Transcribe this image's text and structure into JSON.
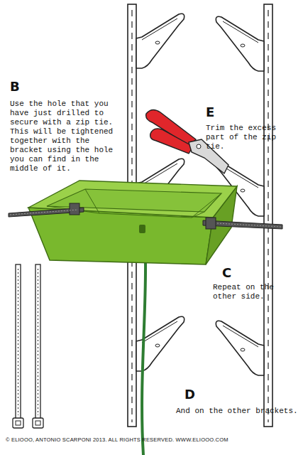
{
  "diagram": {
    "labels": [
      "B",
      "Use the hole that you have just drilled to secure with a zip tie. This will be tightened together with the bracket using the hole you can find in the middle of it.",
      "E",
      "Trim the excess part of the zip tie.",
      "C",
      "Repeat on the other side.",
      "D",
      "And on the other brackets.",
      "© ELIOOO, ANTONIO SCARPONI 2013. ALL RIGHTS RESERVED. WWW.ELIOOO.COM"
    ]
  }
}
